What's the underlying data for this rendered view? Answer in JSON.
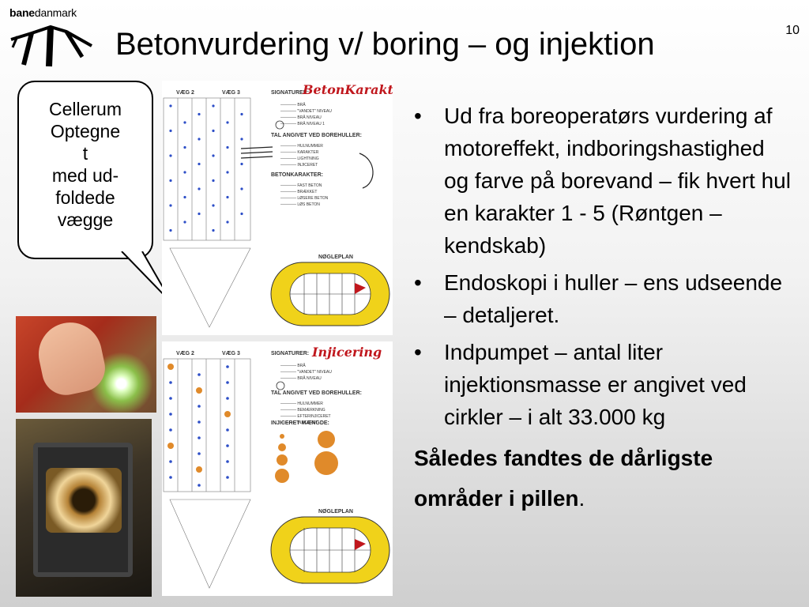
{
  "logo": {
    "brand_bold": "bane",
    "brand_light": "danmark",
    "icon": "banedanmark-logo-icon"
  },
  "title": "Betonvurdering v/ boring – og injektion",
  "page_number": "10",
  "callout": {
    "lines": [
      "Cellerum",
      "Optegne",
      "t",
      "med  ud-",
      "foldede",
      "vægge"
    ]
  },
  "panel_top": {
    "col_labels": [
      "VÆG 2",
      "VÆG 3"
    ],
    "signatures_label": "SIGNATURER:",
    "script_title": "BetonKarakter",
    "section1": "TAL ANGIVET VED BOREHULLER:",
    "section2": "BETONKARAKTER:",
    "plan_label": "NØGLEPLAN"
  },
  "panel_bottom": {
    "col_labels": [
      "VÆG 2",
      "VÆG 3"
    ],
    "signatures_label": "SIGNATURER:",
    "script_title": "Injicering",
    "section1": "TAL ANGIVET VED BOREHULLER:",
    "section2": "INJICERET MÆNGDE:",
    "plan_label": "NØGLEPLAN"
  },
  "bullets": [
    "Ud fra boreoperatørs vurdering af motoreffekt, indboringshastighed og farve på borevand – fik hvert hul en karakter 1 - 5 (Røntgen – kendskab)",
    "Endoskopi i huller – ens udseende – detaljeret.",
    "Indpumpet – antal liter injektionsmasse er angivet ved cirkler – i alt 33.000 kg"
  ],
  "conclusion": {
    "text": "Således fandtes de dårligste områder i pillen",
    "end": "."
  },
  "colors": {
    "plan_yellow": "#f0d21a",
    "script_red": "#c0171d",
    "dot_blue": "#2d4ec7",
    "dot_orange": "#e08a2a"
  }
}
